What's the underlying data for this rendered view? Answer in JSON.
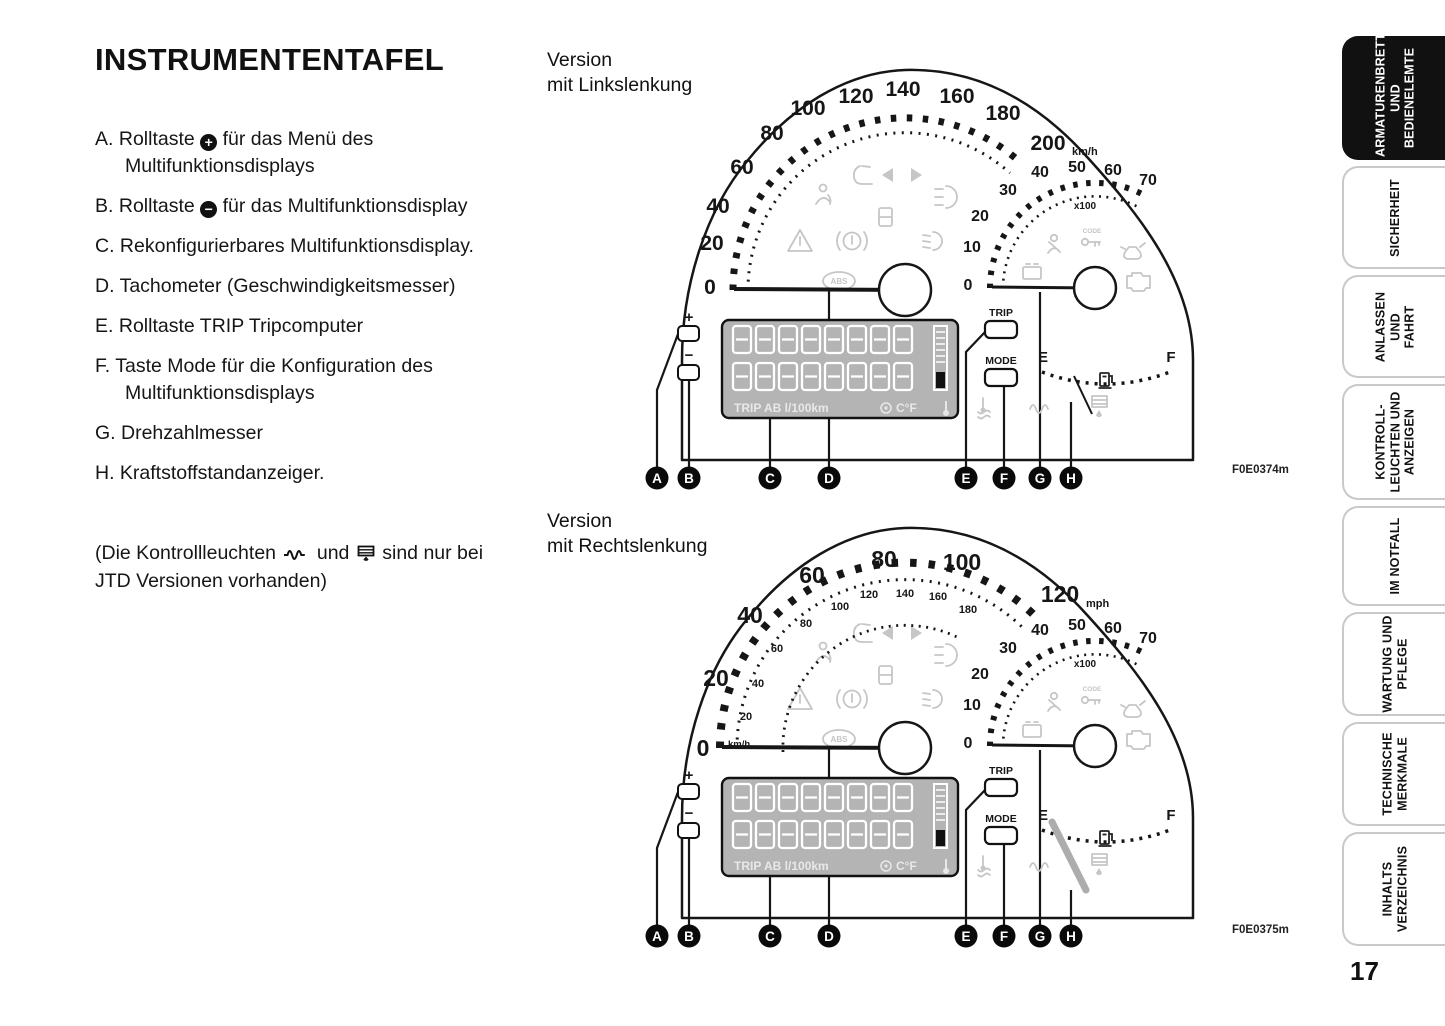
{
  "page": {
    "title": "INSTRUMENTENTAFEL",
    "number": "17"
  },
  "legend": {
    "items": [
      {
        "key": "A.",
        "pre": "Rolltaste",
        "icon": "+",
        "post": "für das Menü des Multifunktionsdisplays"
      },
      {
        "key": "B.",
        "pre": "Rolltaste",
        "icon": "−",
        "post": "für das Multifunktionsdisplay"
      },
      {
        "key": "C.",
        "text": "Rekonfigurierbares Multifunktionsdisplay."
      },
      {
        "key": "D.",
        "text": "Tachometer (Geschwindigkeitsmesser)"
      },
      {
        "key": "E.",
        "text": "Rolltaste TRIP Tripcomputer"
      },
      {
        "key": "F.",
        "text": "Taste Mode für die Konfiguration des Multifunktionsdisplays"
      },
      {
        "key": "G.",
        "text": "Drehzahlmesser"
      },
      {
        "key": "H.",
        "text": "Kraftstoffstandanzeiger."
      }
    ],
    "note": {
      "part1": "(Die Kontrollleuchten",
      "part2": "und",
      "part3": "sind nur bei JTD Versionen vorhanden)"
    }
  },
  "figures": {
    "lhd": {
      "caption": "Version\nmit Linkslenkung",
      "code": "F0E0374m"
    },
    "rhd": {
      "caption": "Version\nmit Rechtslenkung",
      "code": "F0E0375m"
    }
  },
  "c1_speedo": {
    "labels": [
      "0",
      "20",
      "40",
      "60",
      "80",
      "100",
      "120",
      "140",
      "160",
      "180",
      "200"
    ],
    "unit": "km/h"
  },
  "c2_speedo": {
    "labels": [
      "0",
      "20",
      "40",
      "60",
      "80",
      "100",
      "120"
    ],
    "unit": "mph",
    "inner_labels": [
      "20",
      "40",
      "60",
      "80",
      "100",
      "120",
      "140",
      "160",
      "180"
    ],
    "inner_unit": "km/h"
  },
  "tach": {
    "labels": [
      "0",
      "10",
      "20",
      "30",
      "40",
      "50",
      "60",
      "70"
    ],
    "unit": "x100"
  },
  "fuel": {
    "empty": "E",
    "full": "F"
  },
  "controls": {
    "plus": "+",
    "minus": "−",
    "trip": "TRIP",
    "mode": "MODE"
  },
  "display": {
    "bottom_left": "TRIP AB l/100km",
    "temp_units": "C°F"
  },
  "callouts": [
    "A",
    "B",
    "C",
    "D",
    "E",
    "F",
    "G",
    "H"
  ],
  "warn": {
    "abs": "ABS",
    "code": "CODE"
  },
  "sidebar": {
    "tabs": [
      {
        "label": "ARMATURENBRETT\nUND\nBEDIENELEMTE",
        "active": true
      },
      {
        "label": "SICHERHEIT",
        "active": false
      },
      {
        "label": "ANLASSEN UND\nFAHRT",
        "active": false
      },
      {
        "label": "KONTROLL-\nLEUCHTEN UND\nANZEIGEN",
        "active": false
      },
      {
        "label": "IM NOTFALL",
        "active": false
      },
      {
        "label": "WARTUNG UND\nPFLEGE",
        "active": false
      },
      {
        "label": "TECHNISCHE\nMERKMALE",
        "active": false
      },
      {
        "label": "INHALTS\nVERZEICHNIS",
        "active": false
      }
    ]
  },
  "colors": {
    "tab_active_bg": "#111111",
    "line": "#161616",
    "faint_icon": "#c6c6c6",
    "display_bg": "#b4b4b4"
  }
}
